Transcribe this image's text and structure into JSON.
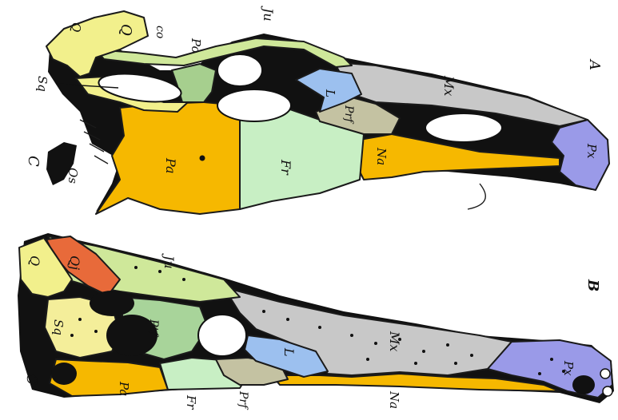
{
  "figure_a": {
    "label": "A",
    "bones": {
      "maxilla": "Mx",
      "jugal": "Ju",
      "postorbital": "Po",
      "quadrate": "Q",
      "quadratojugal": "Sq",
      "squamosal_co": "co",
      "occipital_condyle": "C",
      "exoccipital": "Os",
      "parietal": "Pa",
      "frontal": "Fr",
      "nasal": "Na",
      "prefrontal": "Prf",
      "lacrimal": "L",
      "premaxilla": "Px"
    }
  },
  "figure_b": {
    "label": "B",
    "bones": {
      "quadratojugal": "Qj",
      "quadrate": "Q",
      "jugal": "Ju",
      "squamosal": "Sq",
      "postfrontal": "Ptf",
      "occipital_condyle": "C",
      "parietal": "Pa",
      "frontal": "Fr",
      "prefrontal": "Prf",
      "lacrimal": "L",
      "maxilla": "Mx",
      "nasal": "Na",
      "premaxilla": "Px"
    }
  },
  "colors": {
    "maxilla": "#c8c8c8",
    "parietal": "#f6b800",
    "frontal": "#c8efc4",
    "quadrate": "#f2f08c",
    "lacrimal": "#9cc0ef",
    "prefrontal": "#c4c2a2",
    "premaxilla": "#9a9ae8",
    "postorbital": "#a6cf8e",
    "jugal": "#cfe89a",
    "quadratojugal": "#e86a3a",
    "squamosal": "#f4ee9a",
    "postfrontal": "#a8d49a"
  }
}
